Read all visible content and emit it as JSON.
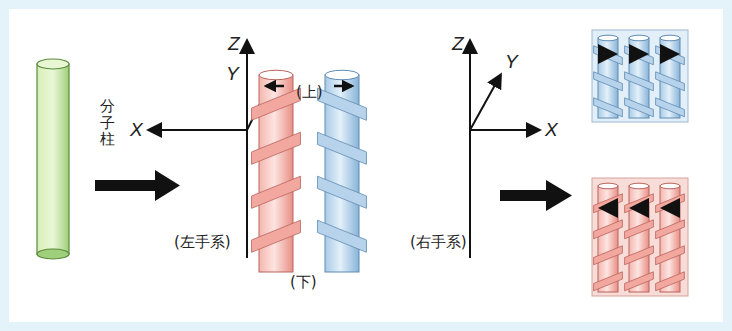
{
  "diagram": {
    "labels": [
      "分子柱",
      "Z",
      "Y",
      "X",
      "(上)",
      "(左手系)",
      "(下)",
      "Z",
      "Y",
      "X",
      "(右手系)"
    ]
  }
}
